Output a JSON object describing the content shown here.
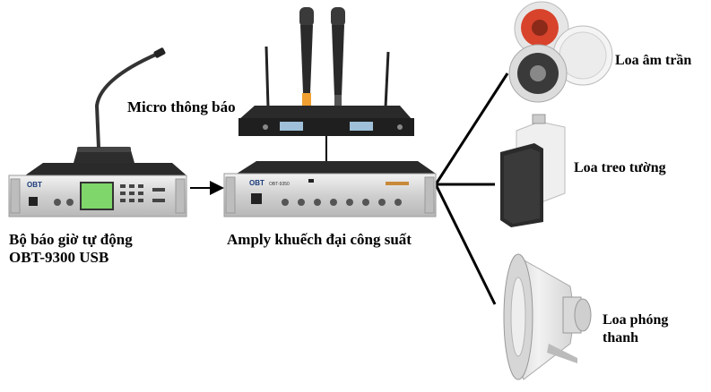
{
  "labels": {
    "micro_paging": "Micro thông báo",
    "timer_line1": "Bộ báo giờ tự động",
    "timer_line2": "OBT-9300 USB",
    "amplifier": "Amply khuếch đại công suất",
    "ceiling_speaker": "Loa âm trần",
    "wall_speaker": "Loa treo tường",
    "horn_line1": "Loa phóng",
    "horn_line2": "thanh"
  },
  "device_text": {
    "timer_brand": "OBT",
    "amp_brand": "OBT",
    "amp_model": "OBT-9350"
  },
  "colors": {
    "chassis_silver": "#d6d6d6",
    "chassis_top": "#2a2a2a",
    "lcd_green": "#7fd66a",
    "ceiling_red": "#d8432b",
    "wall_speaker_black": "#2b2b2b",
    "horn_gray": "#e6e6e6"
  }
}
